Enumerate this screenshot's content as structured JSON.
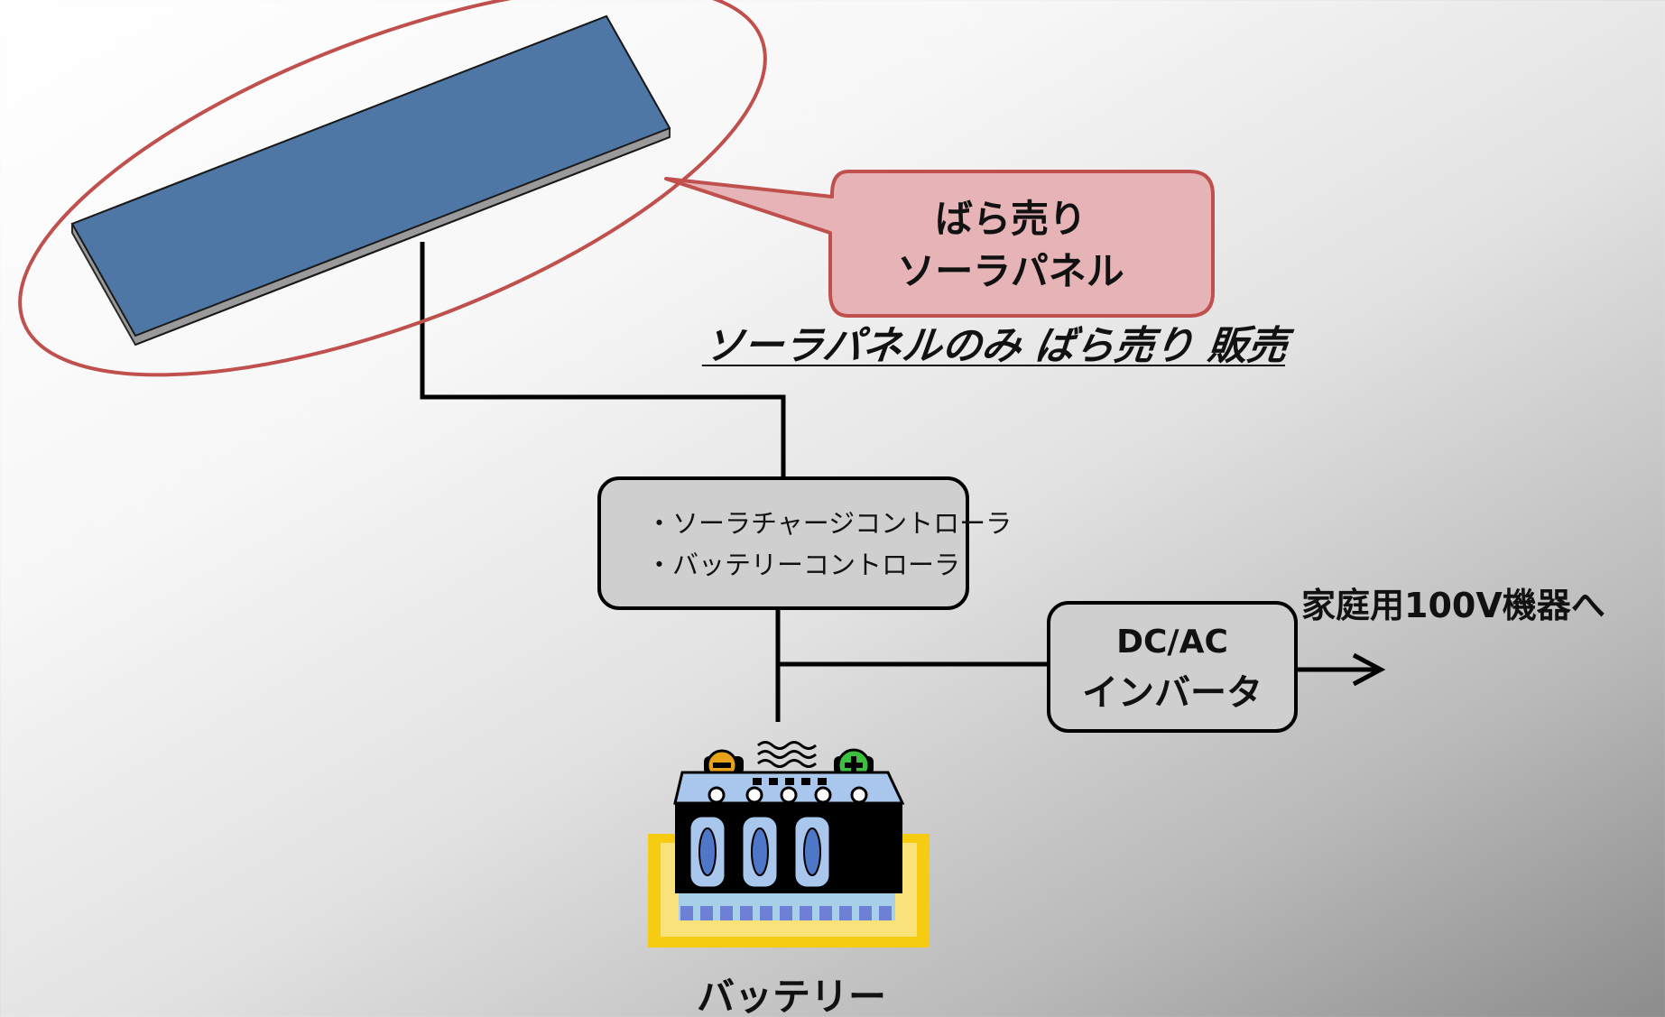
{
  "callout": {
    "line1": "ばら売り",
    "line2": "ソーラパネル",
    "fill_color": "#e6b4b6",
    "border_color": "#c0504d"
  },
  "caption": "ソーラパネルのみ ばら売り 販売",
  "controller": {
    "line1": "・ソーラチャージコントローラ",
    "line2": "・バッテリーコントローラ"
  },
  "inverter": {
    "line1": "DC/AC",
    "line2": "インバータ"
  },
  "destination_label": "家庭用100V機器へ",
  "battery_label": "バッテリー",
  "icons": [
    "solar-panel-icon",
    "battery-icon",
    "arrow-right-icon"
  ],
  "colors": {
    "panel_face": "#4f77a6",
    "highlight_ellipse": "#c0504d",
    "box_fill": "#cfcfcf"
  }
}
